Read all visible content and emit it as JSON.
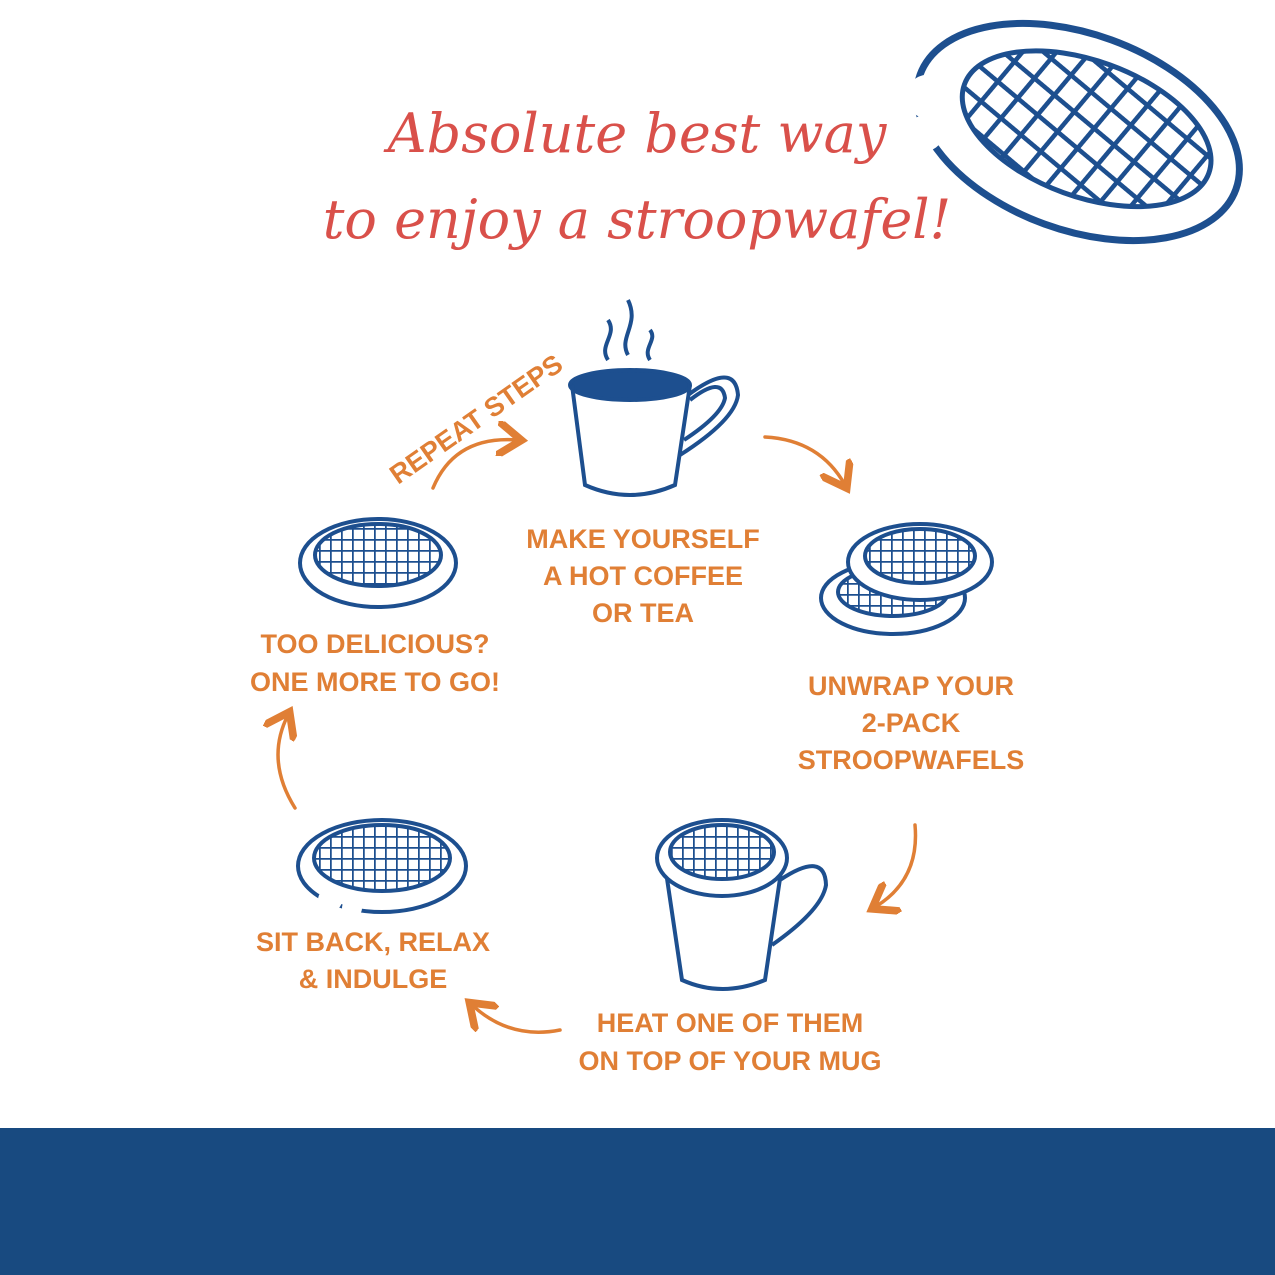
{
  "title": {
    "line1": "Absolute best way",
    "line2": "to enjoy a stroopwafel!"
  },
  "repeat_label": "REPEAT STEPS",
  "steps": [
    {
      "lines": [
        "MAKE YOURSELF",
        "A HOT COFFEE",
        "OR TEA"
      ]
    },
    {
      "lines": [
        "UNWRAP YOUR",
        "2-PACK",
        "STROOPWAFELS"
      ]
    },
    {
      "lines": [
        "HEAT ONE OF THEM",
        "ON TOP OF YOUR MUG"
      ]
    },
    {
      "lines": [
        "SIT BACK, RELAX",
        "& INDULGE"
      ]
    },
    {
      "lines": [
        "TOO DELICIOUS?",
        "ONE MORE TO GO!"
      ]
    }
  ],
  "colors": {
    "title": "#d9504a",
    "text": "#e07f35",
    "illustration": "#1d4f8f",
    "footer": "#184a80"
  }
}
